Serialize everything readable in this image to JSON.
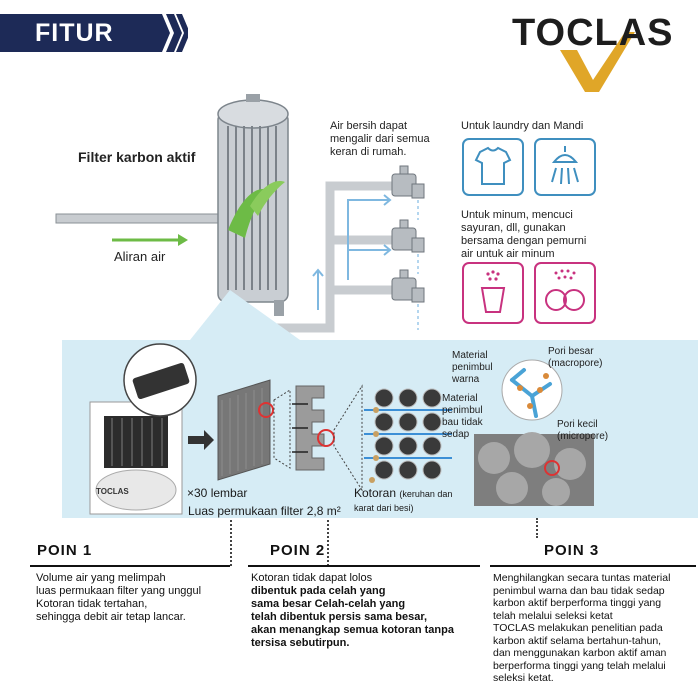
{
  "header": {
    "title": "FITUR"
  },
  "logo": {
    "text": "TOCLAS"
  },
  "diagram": {
    "filter_label": "Filter karbon aktif",
    "flow_label": "Aliran air",
    "clean_water": [
      "Air bersih dapat",
      "mengalir dari semua",
      "keran di rumah."
    ],
    "laundry": "Untuk laundry dan Mandi",
    "drinking": [
      "Untuk minum, mencuci",
      "sayuran, dll, gunakan",
      "bersama dengan pemurni",
      "air untuk air minum"
    ],
    "sheets": "×30 lembar",
    "surface": "Luas permukaan filter 2,8 m²",
    "dirt_main": "Kotoran",
    "dirt_detail": [
      "(keruhan dan",
      "karat dari besi)"
    ],
    "color_material": [
      "Material",
      "penimbul",
      "warna"
    ],
    "odor_material": [
      "Material",
      "penimbul",
      "bau tidak",
      "sedap"
    ],
    "macropore": [
      "Pori besar",
      "(macropore)"
    ],
    "micropore": [
      "Pori kecil",
      "(micropore)"
    ],
    "cartridge_brand": "TOCLAS"
  },
  "points": [
    {
      "title": "POIN 1",
      "lines": [
        "Volume air yang melimpah",
        "luas permukaan filter yang unggul",
        "Kotoran tidak tertahan,",
        "sehingga debit air tetap lancar."
      ]
    },
    {
      "title": "POIN 2",
      "lines": [
        "Kotoran tidak dapat lolos",
        "dibentuk pada celah yang",
        "sama besar Celah-celah yang",
        "telah dibentuk persis sama besar,",
        "akan menangkap semua kotoran tanpa",
        "tersisa sebutirpun."
      ]
    },
    {
      "title": "POIN 3",
      "lines": [
        "Menghilangkan secara tuntas material",
        "penimbul warna dan bau tidak sedap",
        "karbon aktif berperforma tinggi yang",
        "telah melalui seleksi ketat",
        "TOCLAS melakukan penelitian pada",
        "karbon aktif selama bertahun-tahun,",
        "dan menggunakan karbon aktif aman",
        "berperforma tinggi yang telah melalui",
        "seleksi ketat."
      ]
    }
  ],
  "colors": {
    "navy": "#1d2a57",
    "gold": "#e0a628",
    "blue_icon": "#3f8fbf",
    "pink_icon": "#c8327f",
    "panel": "#d6ecf5",
    "green": "#6dbb46"
  },
  "icons": [
    "shirt-icon",
    "shower-icon",
    "cup-icon",
    "vegetable-icon",
    "faucet-icon",
    "arrow-right-icon"
  ]
}
